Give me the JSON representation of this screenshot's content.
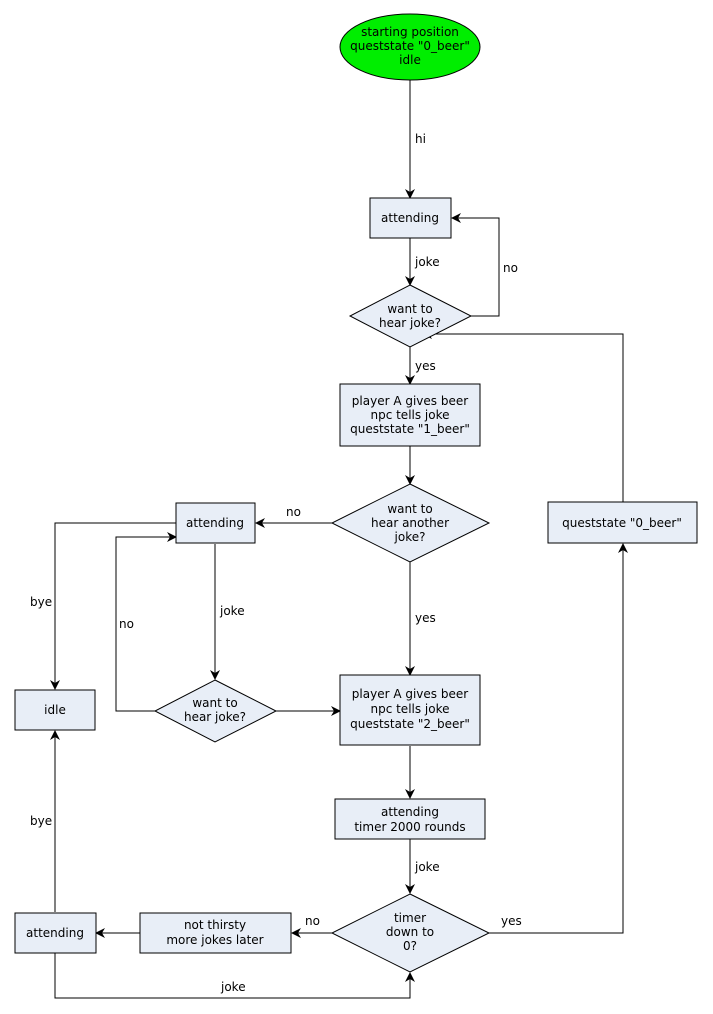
{
  "nodes": {
    "start": [
      "starting position",
      "queststate \"0_beer\"",
      "idle"
    ],
    "attending_top": [
      "attending"
    ],
    "want_joke_top": [
      "want to",
      "hear joke?"
    ],
    "give_beer_1": [
      "player A gives beer",
      "npc tells joke",
      "queststate \"1_beer\""
    ],
    "want_another": [
      "want to",
      "hear another",
      "joke?"
    ],
    "attending_mid": [
      "attending"
    ],
    "want_joke_mid": [
      "want to",
      "hear joke?"
    ],
    "give_beer_2": [
      "player A gives beer",
      "npc tells joke",
      "queststate \"2_beer\""
    ],
    "idle": [
      "idle"
    ],
    "attending_timer": [
      "attending",
      "timer 2000 rounds"
    ],
    "timer_down": [
      "timer",
      "down to",
      "0?"
    ],
    "not_thirsty": [
      "not thirsty",
      "more jokes later"
    ],
    "attending_bottom": [
      "attending"
    ],
    "queststate_reset": [
      "queststate \"0_beer\""
    ]
  },
  "edges": {
    "hi": "hi",
    "joke_top": "joke",
    "no_top": "no",
    "yes_top": "yes",
    "no_another": "no",
    "yes_another": "yes",
    "bye_mid": "bye",
    "joke_mid": "joke",
    "no_mid": "no",
    "joke_timer": "joke",
    "no_timer": "no",
    "yes_timer": "yes",
    "bye_bottom": "bye",
    "joke_bottom": "joke"
  },
  "colors": {
    "start_fill": "#00ee00",
    "node_fill": "#e8eef7",
    "stroke": "#000000"
  }
}
